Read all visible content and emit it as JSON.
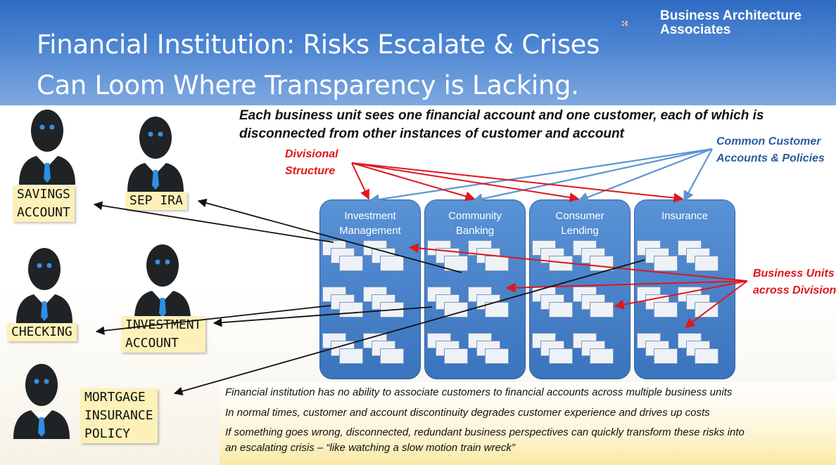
{
  "slide": {
    "title_line1": "Financial Institution: Risks Escalate & Crises",
    "title_line2": "Can Loom Where Transparency is Lacking."
  },
  "logo": {
    "line1": "Business Architecture",
    "line2": "Associates",
    "colors": [
      "#ff5a1f",
      "#ffffff"
    ]
  },
  "intro": "Each business unit sees one financial account and one customer, each of which is disconnected from other instances of customer and account",
  "callouts": {
    "divisional_line1": "Divisional",
    "divisional_line2": "Structure",
    "common_line1": "Common Customer",
    "common_line2": "Accounts & Policies",
    "units_line1": "Business Units",
    "units_line2": "across Divisions"
  },
  "units": [
    {
      "line1": "Investment",
      "line2": "Management"
    },
    {
      "line1": "Community",
      "line2": "Banking"
    },
    {
      "line1": "Consumer",
      "line2": "Lending"
    },
    {
      "line1": "Insurance",
      "line2": ""
    }
  ],
  "accounts": {
    "savings_line1": "SAVINGS",
    "savings_line2": "ACCOUNT",
    "sep_ira": "SEP IRA",
    "checking": "CHECKING",
    "investment_line1": "INVESTMENT",
    "investment_line2": "ACCOUNT",
    "mortgage_line1": "MORTGAGE",
    "mortgage_line2": "INSURANCE",
    "mortgage_line3": "POLICY"
  },
  "notes": [
    "Financial institution has no ability to associate customers to financial accounts across multiple business units",
    "In normal times, customer and account discontinuity degrades customer experience and drives up costs",
    "If something goes wrong, disconnected, redundant business perspectives can quickly transform these risks into",
    "an escalating crisis – “like watching a slow motion train wreck”"
  ],
  "colors": {
    "header_blue": "#3a74c8",
    "red": "#e0161b",
    "arrow_blue": "#5b95d4",
    "navy_text": "#2c5b9a",
    "label_yellow": "#fdf1b9",
    "person": "#1f2326",
    "eyes": "#3d8de0",
    "tie": "#2f8ee6"
  },
  "icons": [
    "person-icon",
    "logo-mark-icon"
  ]
}
